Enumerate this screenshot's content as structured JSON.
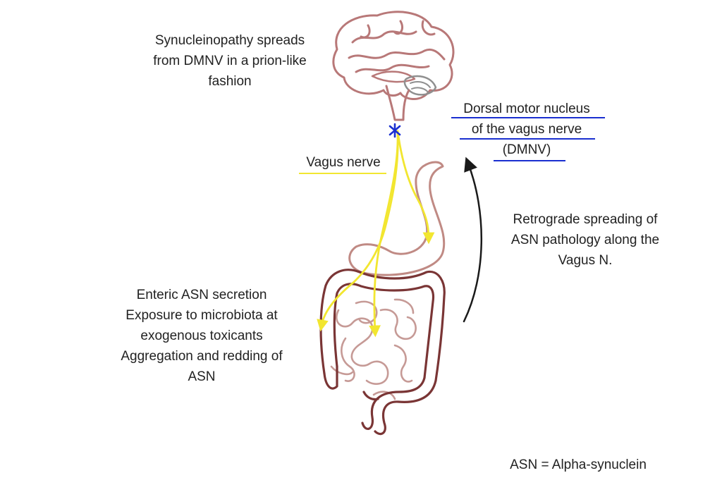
{
  "labels": {
    "spread": [
      "Synucleinopathy spreads",
      "from DMNV in a prion-like",
      "fashion"
    ],
    "dmnv": [
      "Dorsal motor nucleus",
      "of the vagus nerve",
      "(DMNV)"
    ],
    "vagus": "Vagus nerve",
    "retrograde": [
      "Retrograde spreading of",
      "ASN pathology along the",
      "Vagus N."
    ],
    "enteric": [
      "Enteric ASN secretion",
      "Exposure to microbiota at",
      "exogenous toxicants",
      "Aggregation and redding of",
      "ASN"
    ],
    "legend": "ASN = Alpha-synuclein"
  },
  "colors": {
    "brain": "#b87878",
    "stomach": "#c08a84",
    "colon": "#7a3535",
    "small_intestine": "#c69a96",
    "nerve": "#f2e630",
    "dmnv_marker": "#1a2fd0",
    "dmnv_underline": "#1a2fd0",
    "vagus_underline": "#f2e630",
    "arrow": "#1a1a1a"
  },
  "icons": {
    "dmnv_marker": "asterisk-icon"
  }
}
